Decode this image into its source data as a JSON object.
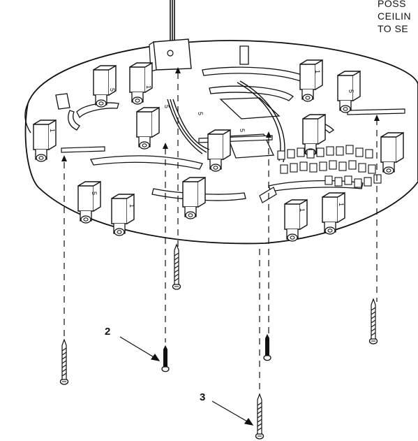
{
  "note": {
    "lines": [
      "POSS",
      "CEILIN",
      "TO SE"
    ]
  },
  "callouts": {
    "screw_2": "2",
    "screw_3": "3"
  },
  "bracket_numerals": {
    "c1": "5",
    "c2": "1",
    "c3": "5",
    "c4": "1",
    "c5": "5",
    "c6": "1",
    "c7": "5",
    "c8": "1",
    "c9": "5",
    "c10": "1",
    "c11": "5",
    "c12": "1"
  },
  "colors": {
    "line": "#111111",
    "plate": "#ffffff"
  }
}
